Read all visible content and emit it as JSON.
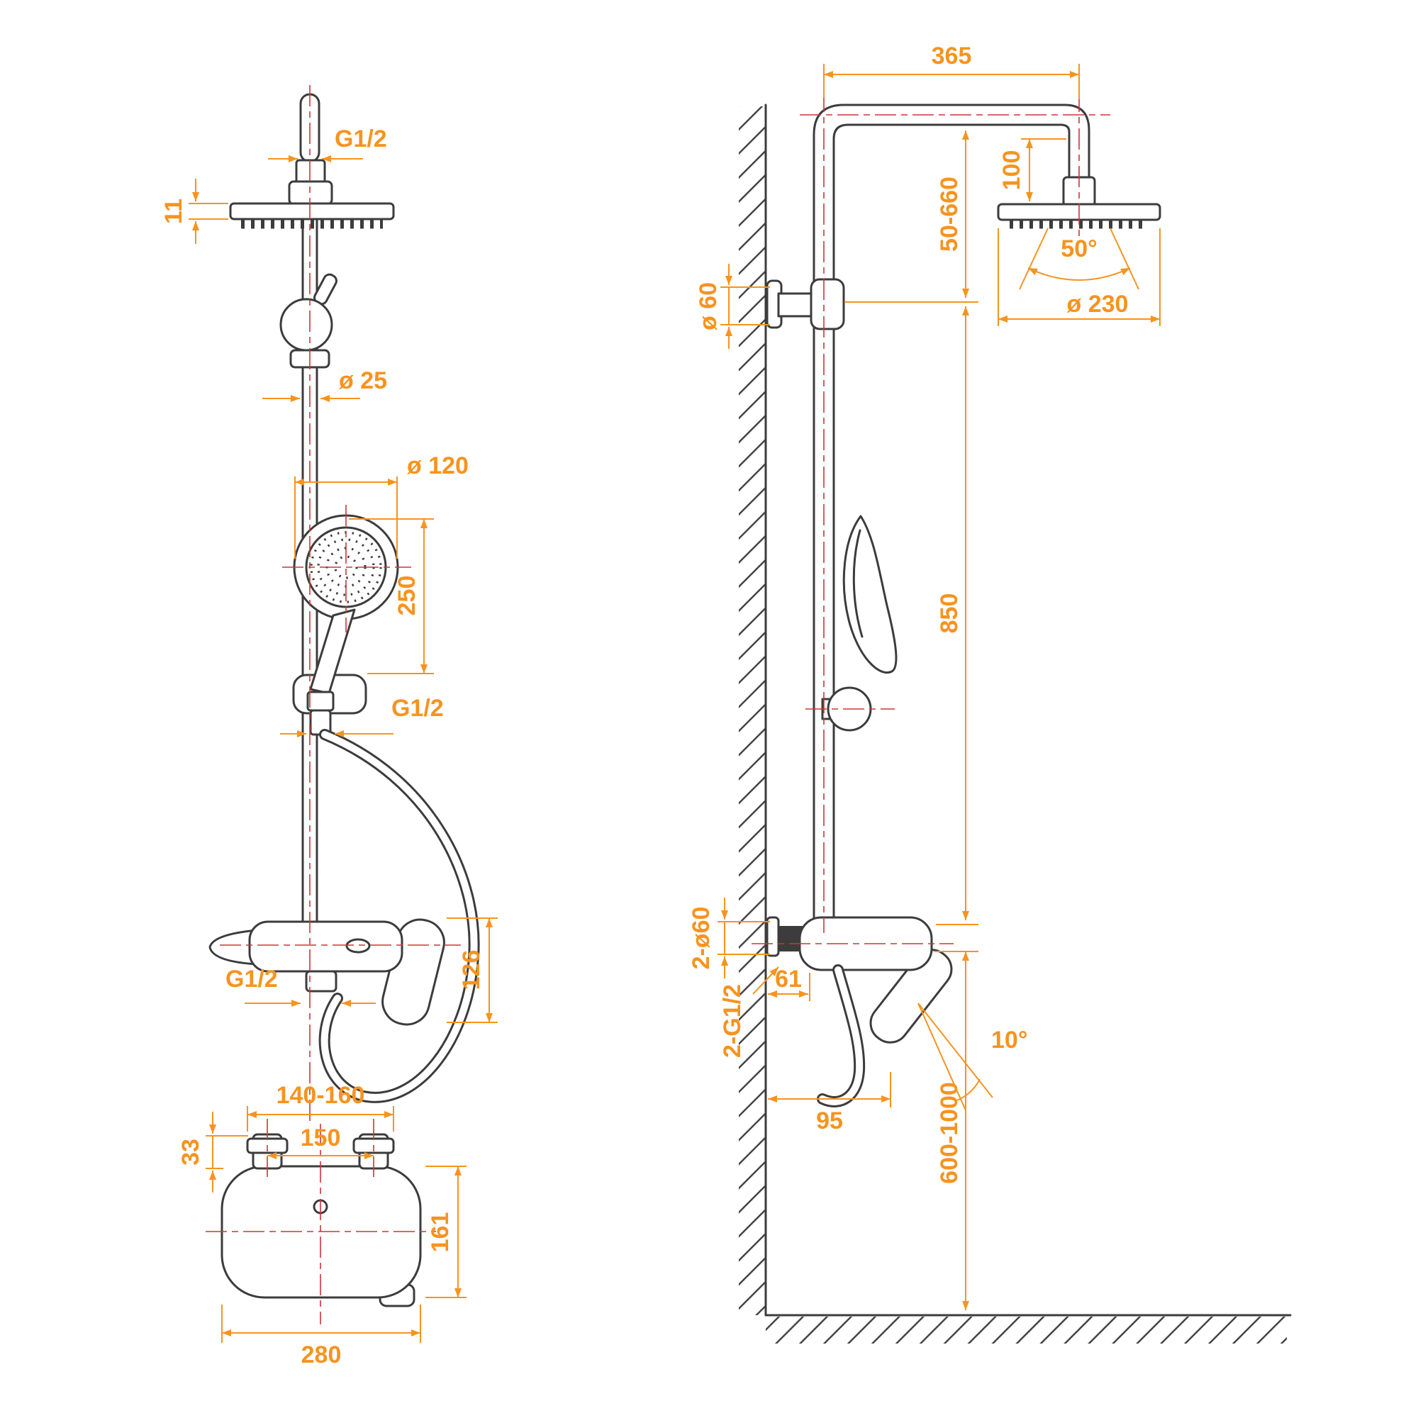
{
  "drawing_title": "Shower column technical drawing, front and side views with dimensions",
  "colors": {
    "dimension": "#f7931e",
    "outline": "#3c3c3c",
    "centerline": "#cf3339",
    "background": "#ffffff"
  },
  "front": {
    "g12_top": "G1/2",
    "head_thickness": "11",
    "pipe_diameter": "ø 25",
    "hand_diameter": "ø 120",
    "hand_to_holder": "250",
    "g12_holder": "G1/2",
    "mixer_height": "126",
    "g12_inlet": "G1/2",
    "inlet_range": "140-160",
    "inlet_centers": "150",
    "stem_height": "33",
    "body_depth": "161",
    "body_width": "280"
  },
  "side": {
    "arm_reach": "365",
    "head_drop": "100",
    "top_adjust": "50-660",
    "bracket_diameter": "ø 60",
    "spray_angle": "50°",
    "head_diameter": "ø 230",
    "bracket_to_mixer": "850",
    "inlet_flanges": "2-ø60",
    "inlet_threads": "2-G1/2",
    "spout_offset": "61",
    "handle_angle": "10°",
    "spout_reach": "95",
    "mount_height": "600-1000"
  }
}
